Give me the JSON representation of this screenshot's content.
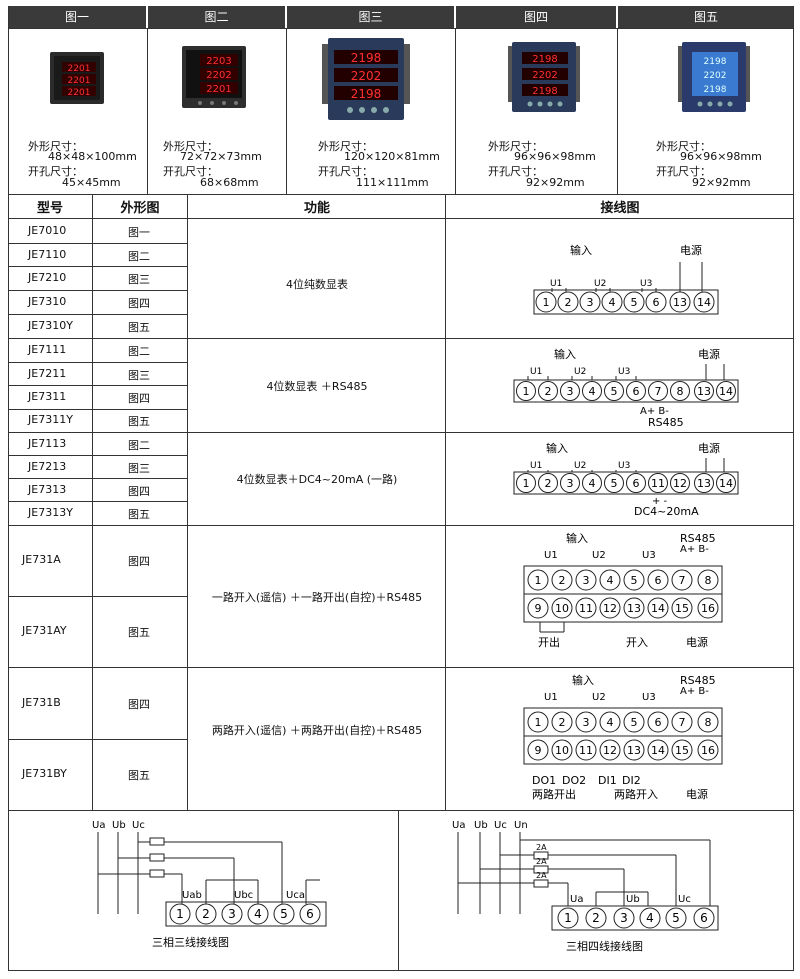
{
  "figures": [
    {
      "name": "图一",
      "outer_label": "外形尺寸：",
      "outer": "48×48×100mm",
      "cut_label": "开孔尺寸：",
      "cut": "45×45mm"
    },
    {
      "name": "图二",
      "outer_label": "外形尺寸：",
      "outer": "72×72×73mm",
      "cut_label": "开孔尺寸：",
      "cut": "68×68mm"
    },
    {
      "name": "图三",
      "outer_label": "外形尺寸：",
      "outer": "120×120×81mm",
      "cut_label": "开孔尺寸：",
      "cut": "111×111mm"
    },
    {
      "name": "图四",
      "outer_label": "外形尺寸：",
      "outer": "96×96×98mm",
      "cut_label": "开孔尺寸：",
      "cut": "92×92mm"
    },
    {
      "name": "图五",
      "outer_label": "外形尺寸：",
      "outer": "96×96×98mm",
      "cut_label": "开孔尺寸：",
      "cut": "92×92mm"
    }
  ],
  "displays": {
    "d1": [
      "2201",
      "2201",
      "2201"
    ],
    "d2": [
      "2203",
      "2202",
      "2201"
    ],
    "d3": [
      "2198",
      "2202",
      "2198"
    ],
    "d4": [
      "2198",
      "2202",
      "2198"
    ],
    "d5": [
      "2198",
      "2202",
      "2198"
    ]
  },
  "table": {
    "headers": {
      "model": "型号",
      "shape": "外形图",
      "function": "功能",
      "wiring": "接线图"
    },
    "groups": [
      {
        "function": "4位纯数显表",
        "rows": [
          {
            "model": "JE7010",
            "shape": "图一"
          },
          {
            "model": "JE7110",
            "shape": "图二"
          },
          {
            "model": "JE7210",
            "shape": "图三"
          },
          {
            "model": "JE7310",
            "shape": "图四"
          },
          {
            "model": "JE7310Y",
            "shape": "图五"
          }
        ]
      },
      {
        "function": "4位数显表 ＋RS485",
        "rows": [
          {
            "model": "JE7111",
            "shape": "图二"
          },
          {
            "model": "JE7211",
            "shape": "图三"
          },
          {
            "model": "JE7311",
            "shape": "图四"
          },
          {
            "model": "JE7311Y",
            "shape": "图五"
          }
        ]
      },
      {
        "function": "4位数显表＋DC4~20mA (一路)",
        "rows": [
          {
            "model": "JE7113",
            "shape": "图二"
          },
          {
            "model": "JE7213",
            "shape": "图三"
          },
          {
            "model": "JE7313",
            "shape": "图四"
          },
          {
            "model": "JE7313Y",
            "shape": "图五"
          }
        ]
      },
      {
        "function": "一路开入(遥信) ＋一路开出(自控)＋RS485",
        "rows": [
          {
            "model": "JE731A",
            "shape": "图四"
          },
          {
            "model": "JE731AY",
            "shape": "图五"
          }
        ]
      },
      {
        "function": "两路开入(遥信) ＋两路开出(自控)＋RS485",
        "rows": [
          {
            "model": "JE731B",
            "shape": "图四"
          },
          {
            "model": "JE731BY",
            "shape": "图五"
          }
        ]
      }
    ]
  },
  "wiring": {
    "w1": {
      "input": "输入",
      "power": "电源",
      "u": [
        "U1",
        "U2",
        "U3"
      ],
      "terminals": [
        "1",
        "2",
        "3",
        "4",
        "5",
        "6",
        "13",
        "14"
      ]
    },
    "w2": {
      "input": "输入",
      "power": "电源",
      "u": [
        "U1",
        "U2",
        "U3"
      ],
      "terminals": [
        "1",
        "2",
        "3",
        "4",
        "5",
        "6",
        "7",
        "8",
        "13",
        "14"
      ],
      "ab": "A+  B-",
      "rs": "RS485"
    },
    "w3": {
      "input": "输入",
      "power": "电源",
      "u": [
        "U1",
        "U2",
        "U3"
      ],
      "terminals": [
        "1",
        "2",
        "3",
        "4",
        "5",
        "6",
        "11",
        "12",
        "13",
        "14"
      ],
      "pm": "+   -",
      "dc": "DC4~20mA"
    },
    "w4": {
      "input": "输入",
      "rs": "RS485",
      "ab": "A+  B-",
      "u": [
        "U1",
        "U2",
        "U3"
      ],
      "top": [
        "1",
        "2",
        "3",
        "4",
        "5",
        "6",
        "7",
        "8"
      ],
      "bottom": [
        "9",
        "10",
        "11",
        "12",
        "13",
        "14",
        "15",
        "16"
      ],
      "labels": [
        "开出",
        "开入",
        "电源"
      ]
    },
    "w5": {
      "input": "输入",
      "rs": "RS485",
      "ab": "A+  B-",
      "u": [
        "U1",
        "U2",
        "U3"
      ],
      "top": [
        "1",
        "2",
        "3",
        "4",
        "5",
        "6",
        "7",
        "8"
      ],
      "bottom": [
        "9",
        "10",
        "11",
        "12",
        "13",
        "14",
        "15",
        "16"
      ],
      "sub": [
        "DO1",
        "DO2",
        "DI1",
        "DI2"
      ],
      "labels": [
        "两路开出",
        "两路开入",
        "电源"
      ]
    }
  },
  "bottom": {
    "left": {
      "phases": [
        "Ua",
        "Ub",
        "Uc"
      ],
      "u": [
        "Uab",
        "Ubc",
        "Uca"
      ],
      "terminals": [
        "1",
        "2",
        "3",
        "4",
        "5",
        "6"
      ],
      "caption": "三相三线接线图"
    },
    "right": {
      "phases": [
        "Ua",
        "Ub",
        "Uc",
        "Un"
      ],
      "fuse": [
        "2A",
        "2A",
        "2A"
      ],
      "u": [
        "Ua",
        "Ub",
        "Uc"
      ],
      "terminals": [
        "1",
        "2",
        "3",
        "4",
        "5",
        "6"
      ],
      "caption": "三相四线接线图"
    }
  }
}
